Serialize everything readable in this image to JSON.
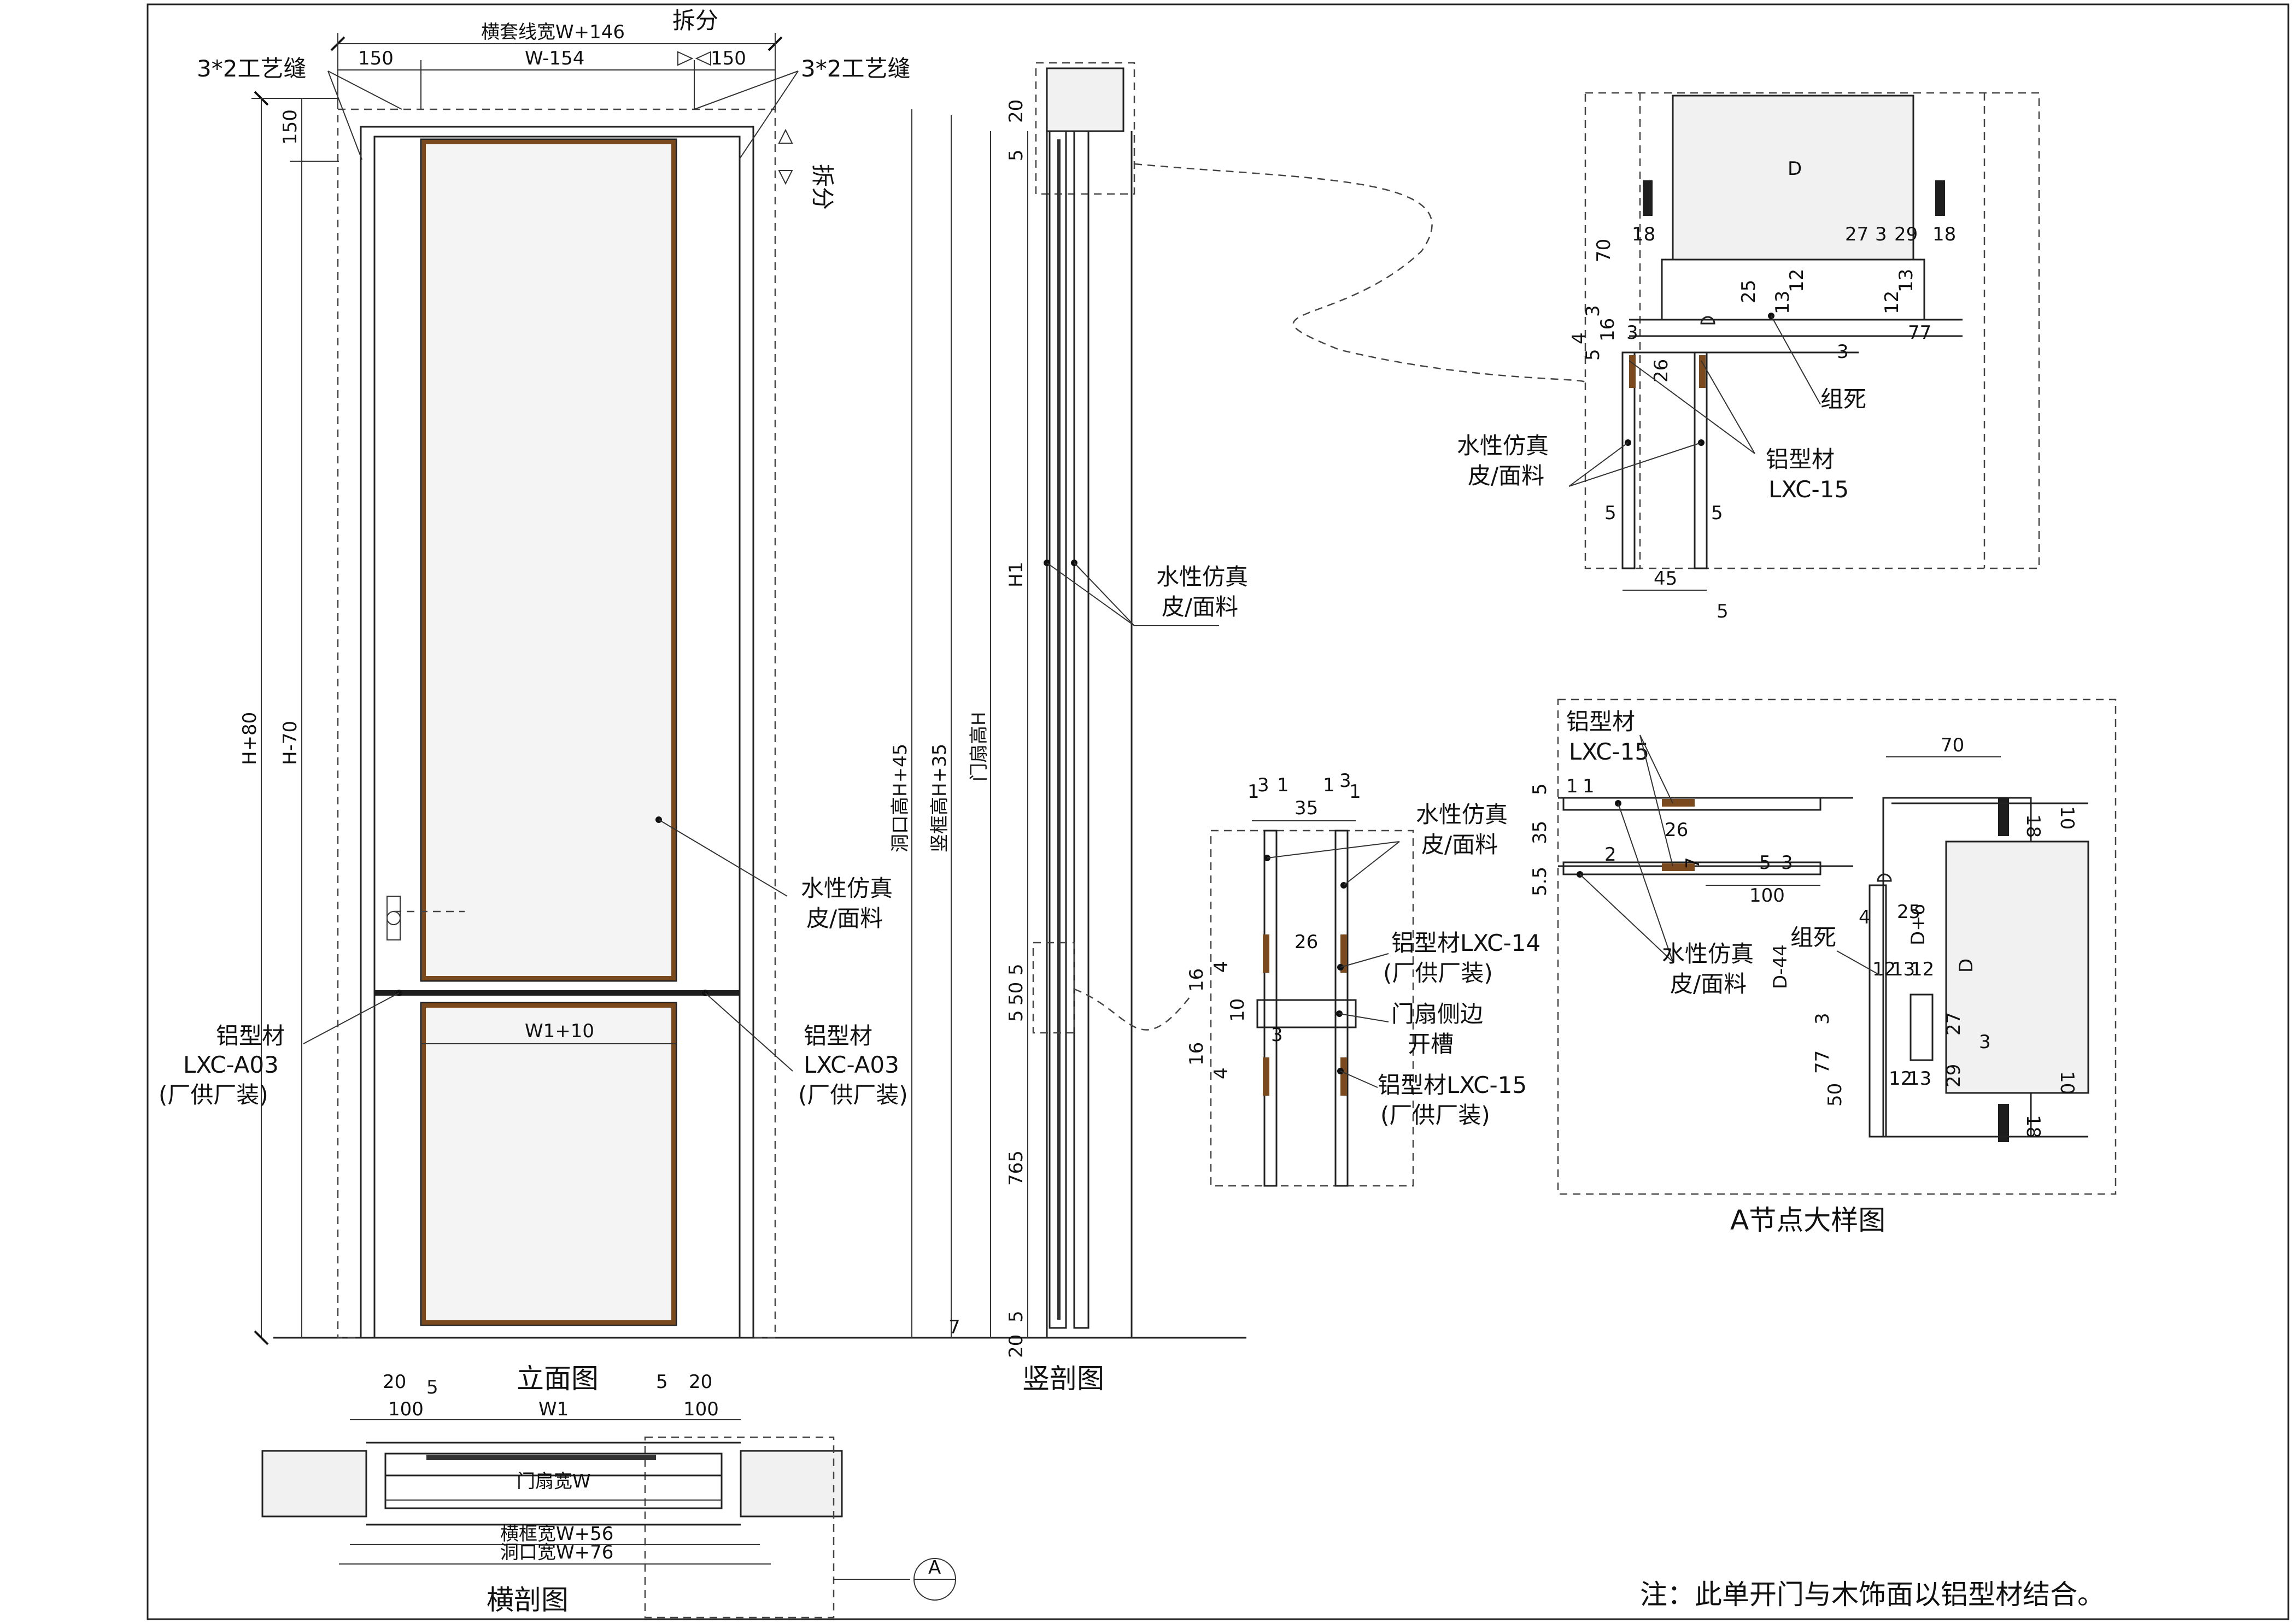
{
  "drawing": {
    "elevation": {
      "title": "立面图",
      "top_dims": {
        "total": "横套线宽W+146",
        "inner": "W-154",
        "left": "150",
        "right": "150",
        "split": "拆分"
      },
      "side_dims": {
        "outer": "H+80",
        "inner": "H-70",
        "top": "150"
      },
      "craft_joint": "3*2工艺缝",
      "split_side": "拆分",
      "lower_width": "W1+10",
      "callouts": {
        "veneer": [
          "水性仿真",
          "皮/面料"
        ],
        "alu_left": [
          "铝型材",
          "LXC-A03",
          "(厂供厂装)"
        ],
        "alu_right": [
          "铝型材",
          "LXC-A03",
          "(厂供厂装)"
        ]
      }
    },
    "vertical_section": {
      "title": "竖剖图",
      "dims": {
        "opening": "洞口高H+45",
        "frame": "竖框高H+35",
        "leaf": "门扇高H",
        "h1": "H1",
        "d765": "765",
        "d20_top": "20",
        "d5_top": "5",
        "d5_mid1": "5",
        "d50": "50",
        "d5_mid2": "5",
        "d5_bot": "5",
        "d20_bot": "20",
        "d7": "7"
      },
      "callout": [
        "水性仿真",
        "皮/面料"
      ]
    },
    "horizontal_section": {
      "title": "横剖图",
      "dims": {
        "l20": "20",
        "l100": "100",
        "l5": "5",
        "w1": "W1",
        "r5": "5",
        "r20": "20",
        "r100": "100",
        "leaf_width": "门扇宽W",
        "frame_width": "横框宽W+56",
        "opening_width": "洞口宽W+76"
      },
      "node_mark": "A"
    },
    "detail_top": {
      "dims": {
        "d": "D",
        "l18": "18",
        "r18": "18",
        "d27": "27",
        "d3a": "3",
        "d29": "29",
        "d70": "70",
        "d25": "25",
        "d13": "13",
        "d12": "12",
        "d12b": "12",
        "d13b": "13",
        "d3b": "3",
        "d16": "16",
        "d5a": "5",
        "d4": "4",
        "d3c": "3",
        "d3d": "3",
        "d77": "77",
        "d26": "26",
        "d5l": "5",
        "d5r": "5",
        "d45": "45",
        "d5b": "5"
      },
      "callouts": {
        "assembly": "组死",
        "veneer": [
          "水性仿真",
          "皮/面料"
        ],
        "alu": [
          "铝型材",
          "LXC-15"
        ]
      }
    },
    "detail_mid": {
      "dims": {
        "t3a": "3",
        "t1a": "1",
        "t35": "35",
        "t1b": "1",
        "t3b": "3",
        "t1c": "1",
        "t1d": "1",
        "d26": "26",
        "d16a": "16",
        "d4a": "4",
        "d10": "10",
        "d3": "3",
        "d16b": "16",
        "d4b": "4"
      },
      "callouts": {
        "veneer": [
          "水性仿真",
          "皮/面料"
        ],
        "alu14": [
          "铝型材LXC-14",
          "(厂供厂装)"
        ],
        "groove": [
          "门扇侧边",
          "开槽"
        ],
        "alu15": [
          "铝型材LXC-15",
          "(厂供厂装)"
        ]
      }
    },
    "detail_a": {
      "title": "A节点大样图",
      "dims": {
        "d70": "70",
        "d18a": "18",
        "d10a": "10",
        "d5": "5",
        "d35": "35",
        "d1": "1",
        "d1b": "1",
        "d26": "26",
        "d55": "5.5",
        "d2": "2",
        "d7": "7",
        "d5b": "5",
        "d3": "3",
        "d100": "100",
        "d25": "25",
        "d4": "4",
        "d_d6": "D+6",
        "d_d": "D",
        "d_d44": "D-44",
        "d12a": "12",
        "d13a": "13",
        "d12b": "12",
        "d3b": "3",
        "d27": "27",
        "d3c": "3",
        "d29": "29",
        "d77": "77",
        "d12c": "12",
        "d13b": "13",
        "d50": "50",
        "d18b": "18",
        "d10b": "10"
      },
      "callouts": {
        "alu": [
          "铝型材",
          "LXC-15"
        ],
        "veneer": [
          "水性仿真",
          "皮/面料"
        ],
        "assembly": "组死"
      }
    },
    "note": "注：此单开门与木饰面以铝型材结合。"
  }
}
